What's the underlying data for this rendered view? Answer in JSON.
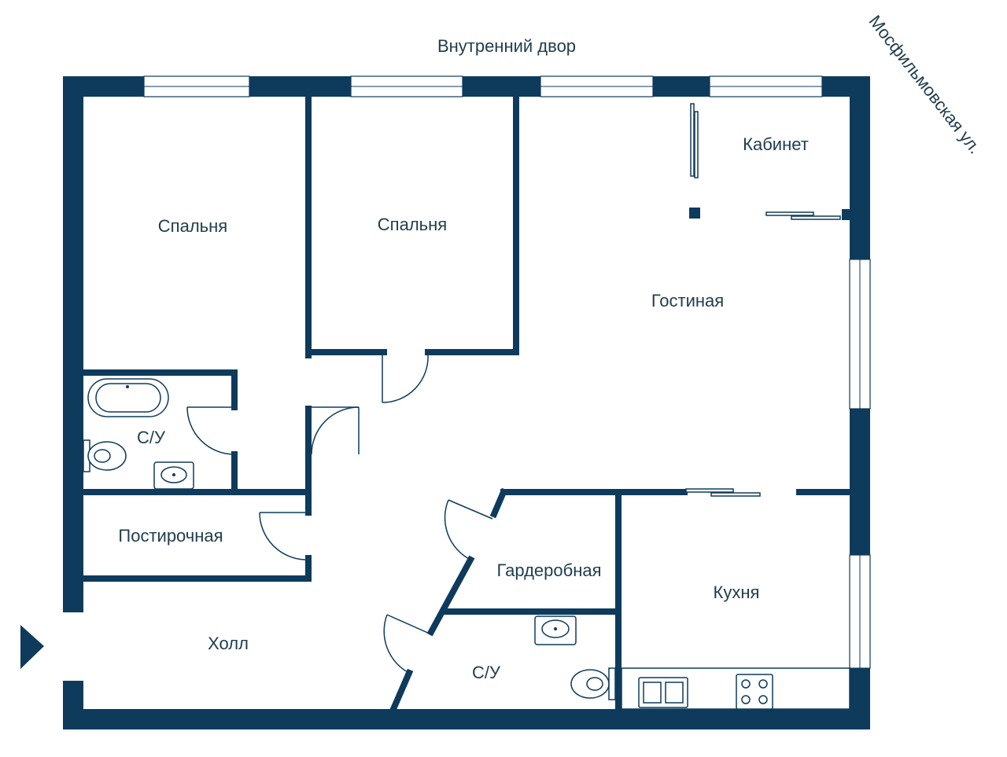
{
  "labels": {
    "courtyard": "Внутренний двор",
    "street": "Мосфильмовская ул.",
    "bedroom_left": "Спальня",
    "bedroom_mid": "Спальня",
    "study": "Кабинет",
    "living": "Гостиная",
    "bathroom_top": "С/У",
    "laundry": "Постирочная",
    "wardrobe": "Гардеробная",
    "kitchen": "Кухня",
    "hall": "Холл",
    "bathroom_bottom": "С/У"
  },
  "colors": {
    "wall": "#0e3b5c",
    "text": "#1f3d4d",
    "background": "#ffffff"
  },
  "icons": [
    "entrance-arrow-icon",
    "bathtub-icon",
    "toilet-icon",
    "sink-icon",
    "kitchen-sink-icon",
    "cooktop-icon"
  ]
}
